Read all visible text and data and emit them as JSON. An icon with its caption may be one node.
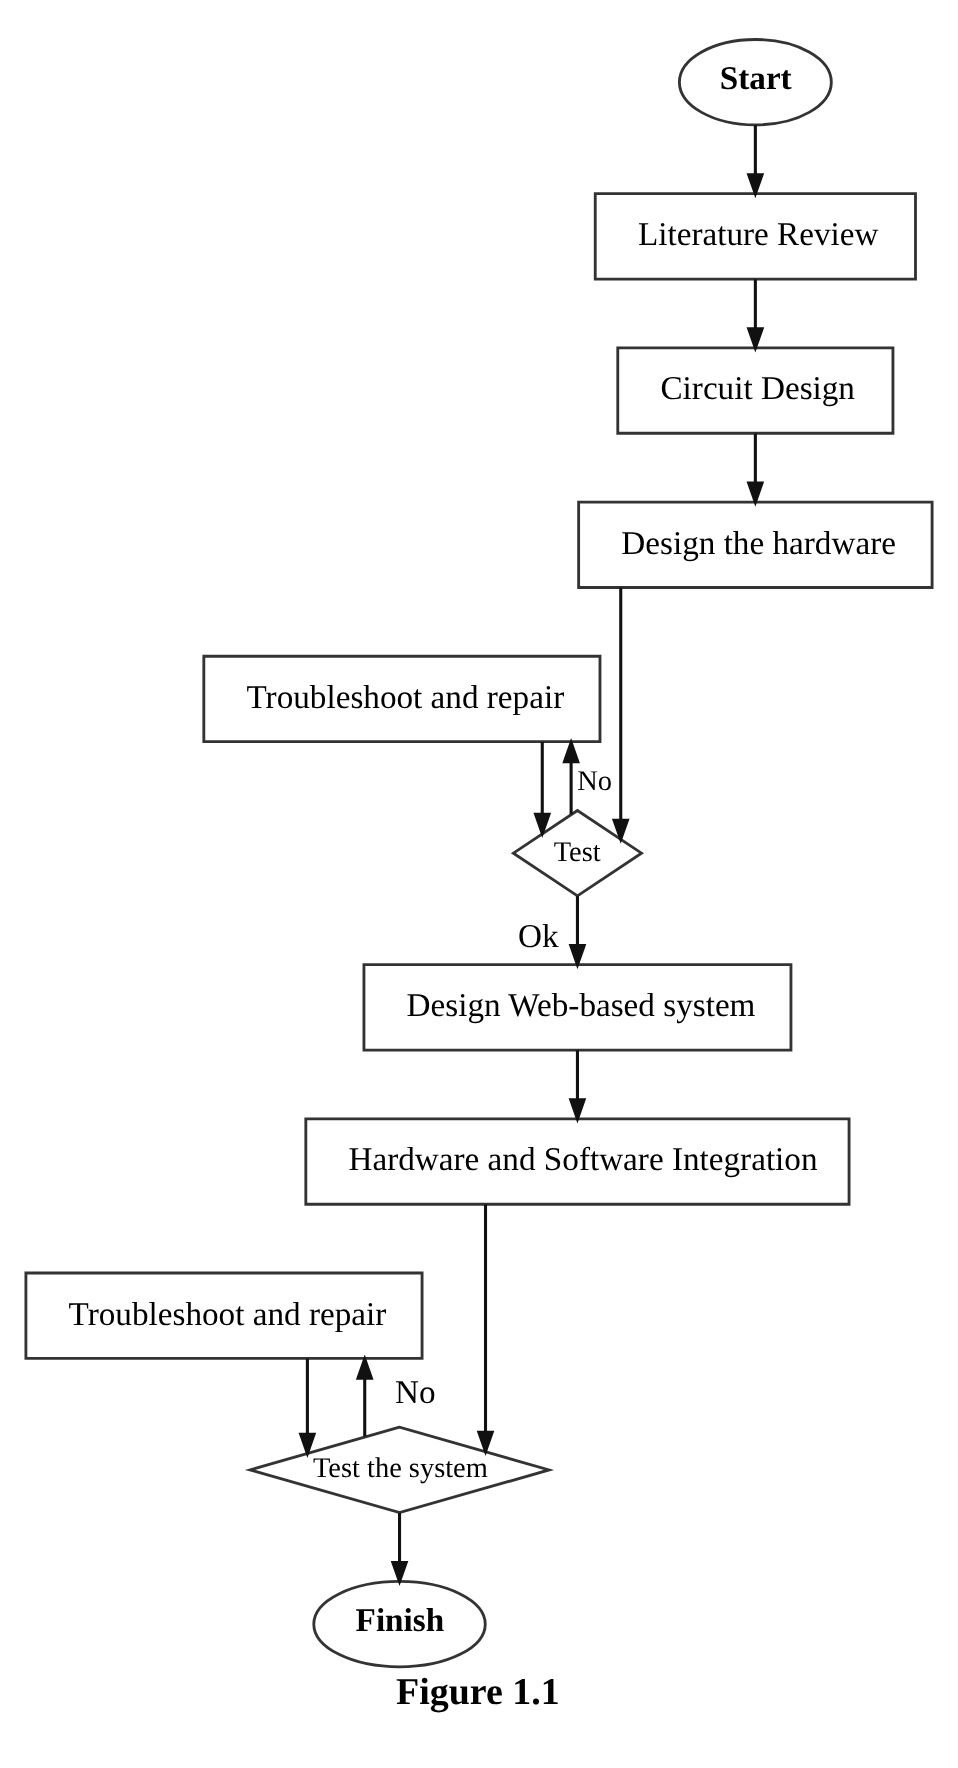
{
  "diagram": {
    "caption": "Figure 1.1",
    "nodes": [
      {
        "text": [
          "Start"
        ]
      },
      {
        "text": [
          "Literature Review"
        ]
      },
      {
        "text": [
          "Circuit Design"
        ]
      },
      {
        "text": [
          "Design the hardware"
        ]
      },
      {
        "text": [
          "Troubleshoot and repair"
        ]
      },
      {
        "text": [
          "Test"
        ]
      },
      {
        "text": [
          "Design Web-based system"
        ]
      },
      {
        "text": [
          "Hardware and Software Integration"
        ]
      },
      {
        "text": [
          "Troubleshoot and repair"
        ]
      },
      {
        "text": [
          "Test the system"
        ]
      },
      {
        "text": [
          "Finish"
        ]
      }
    ],
    "edges": [
      {
        "from": 0,
        "to": 1,
        "arrow": "to"
      },
      {
        "from": 1,
        "to": 2,
        "arrow": "to"
      },
      {
        "from": 2,
        "to": 3,
        "arrow": "to"
      },
      {
        "from": 3,
        "to": 5,
        "arrow": "to"
      },
      {
        "from": 4,
        "to": 5,
        "arrow": "to"
      },
      {
        "from": 5,
        "to": 4,
        "arrow": "to",
        "label": "No"
      },
      {
        "from": 5,
        "to": 6,
        "arrow": "to",
        "label": "Ok"
      },
      {
        "from": 6,
        "to": 7,
        "arrow": "to"
      },
      {
        "from": 7,
        "to": 9,
        "arrow": "to"
      },
      {
        "from": 8,
        "to": 9,
        "arrow": "to"
      },
      {
        "from": 9,
        "to": 8,
        "arrow": "to",
        "label": "No"
      },
      {
        "from": 9,
        "to": 10,
        "arrow": "to"
      }
    ]
  }
}
